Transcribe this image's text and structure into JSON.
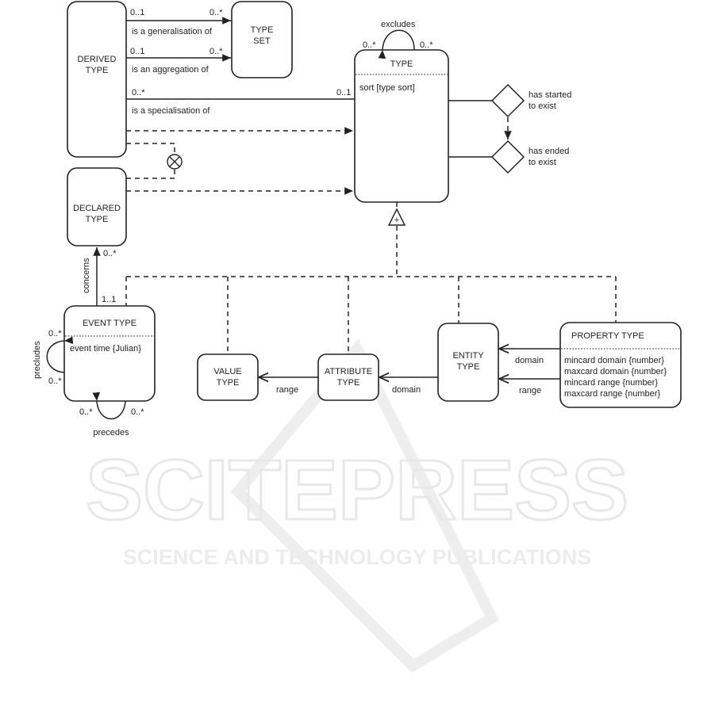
{
  "boxes": {
    "derived_type": [
      "DERIVED",
      "TYPE"
    ],
    "type_set": [
      "TYPE",
      "SET"
    ],
    "type": {
      "title": "TYPE",
      "attribute": "sort [type sort]"
    },
    "declared_type": [
      "DECLARED",
      "TYPE"
    ],
    "event_type": {
      "title": "EVENT TYPE",
      "attribute": "event time {Julian}"
    },
    "value_type": [
      "VALUE",
      "TYPE"
    ],
    "attribute_type": [
      "ATTRIBUTE",
      "TYPE"
    ],
    "entity_type": [
      "ENTITY",
      "TYPE"
    ],
    "property_type": {
      "title": "PROPERTY TYPE",
      "attributes": [
        "mincard domain {number}",
        "maxcard domain {number}",
        "mincard range {number}",
        "maxcard range {number}"
      ]
    }
  },
  "relations": {
    "generalisation": {
      "label": "is a generalisation of",
      "from_mult": "0..1",
      "to_mult": "0..*"
    },
    "aggregation": {
      "label": "is an aggregation of",
      "from_mult": "0..1",
      "to_mult": "0..*"
    },
    "specialisation": {
      "label": "is a specialisation of",
      "from_mult": "0..*",
      "to_mult": "0..1"
    },
    "excludes": {
      "label": "excludes",
      "left_mult": "0..*",
      "right_mult": "0..*"
    },
    "has_started": [
      "has started",
      "to exist"
    ],
    "has_ended": [
      "has ended",
      "to exist"
    ],
    "concerns": {
      "label": "concerns",
      "top_mult": "0..*",
      "bottom_mult": "1..1"
    },
    "precludes": {
      "label": "precludes",
      "top_mult": "0..*",
      "bottom_mult": "0..*"
    },
    "precedes": {
      "label": "precedes",
      "left_mult": "0..*",
      "right_mult": "0..*"
    },
    "value_range": "range",
    "attribute_domain": "domain",
    "property_domain": "domain",
    "property_range": "range"
  },
  "symbols": {
    "exclusion": "⊗",
    "partition": "+"
  },
  "watermark": {
    "title": "SCITEPRESS",
    "subtitle": "SCIENCE AND TECHNOLOGY PUBLICATIONS"
  }
}
